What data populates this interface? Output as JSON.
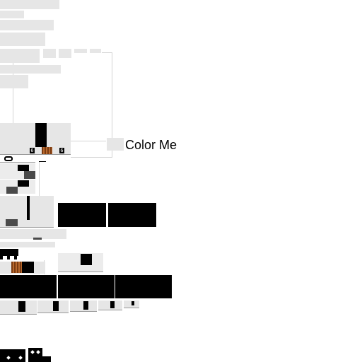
{
  "canvas": {
    "color_button_label": "Color Me"
  },
  "glyphs": {
    "eye_left": "6",
    "eye_right": "6"
  }
}
